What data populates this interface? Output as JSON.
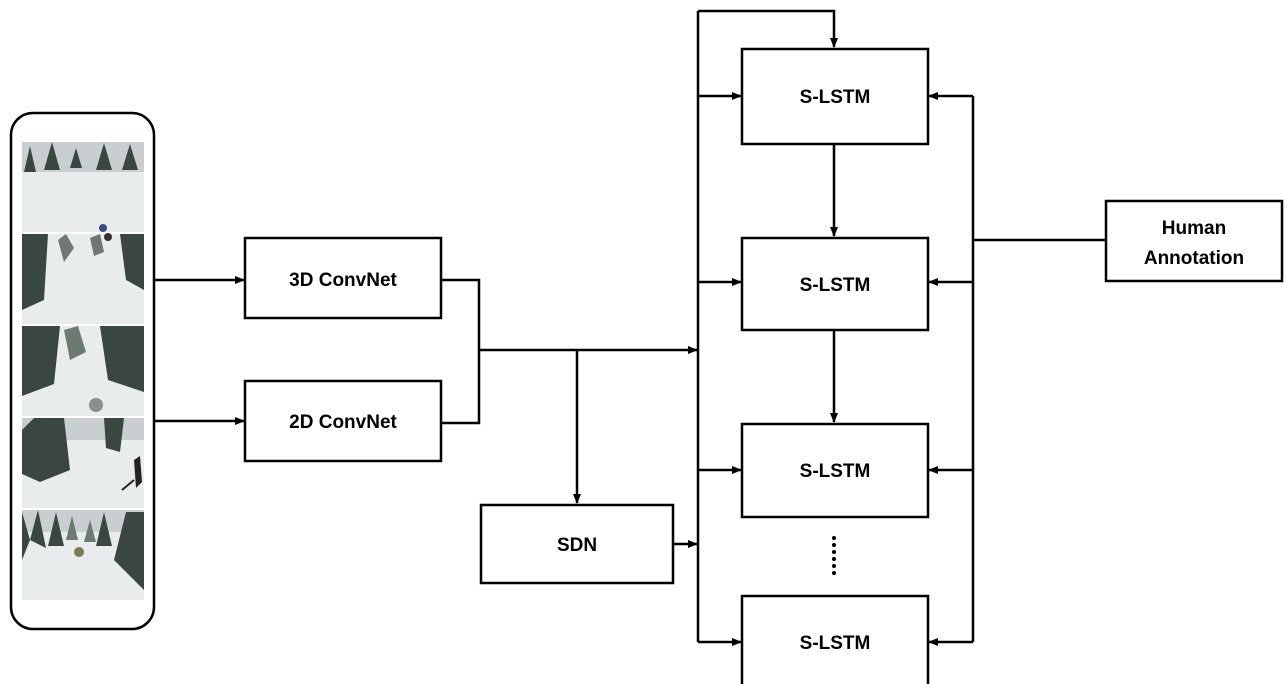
{
  "nodes": {
    "conv3d": "3D ConvNet",
    "conv2d": "2D ConvNet",
    "sdn": "SDN",
    "lstm": [
      "S-LSTM",
      "S-LSTM",
      "S-LSTM",
      "S-LSTM"
    ],
    "human_annotation": [
      "Human",
      "Annotation"
    ]
  },
  "video_frames": {
    "count": 5,
    "scene": "snowy forest skiing footage"
  },
  "ellipsis": "......",
  "colors": {
    "stroke": "#000000",
    "background": "#ffffff"
  }
}
